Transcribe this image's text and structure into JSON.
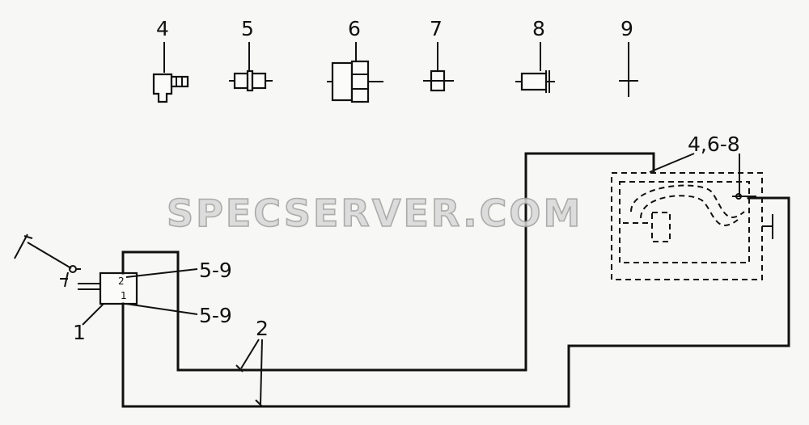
{
  "watermark": "SPECSERVER.COM",
  "part_labels": {
    "p4": "4",
    "p5": "5",
    "p6": "6",
    "p7": "7",
    "p8": "8",
    "p9": "9"
  },
  "callouts": {
    "assembly_group": "4,6-8",
    "upper_fittings": "5-9",
    "lower_fittings": "5-9",
    "valve": "1",
    "pipes": "2"
  },
  "valve_ports": {
    "upper": "2",
    "lower": "1"
  }
}
